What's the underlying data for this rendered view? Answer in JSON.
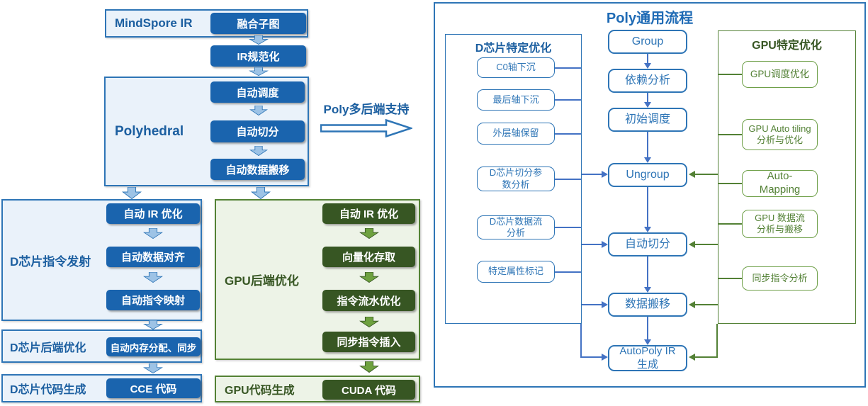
{
  "colors": {
    "accent_blue": "#2E75B6",
    "dark_blue": "#1A64AE",
    "label_blue": "#1C5FA0",
    "container_blue": "#EAF2FA",
    "accent_green": "#538135",
    "dark_green": "#375623",
    "container_green": "#EDF3E7",
    "chevron_blue": "#9DC3E6",
    "chevron_green": "#6EA13F",
    "flow_blue": "#4472C4"
  },
  "left": {
    "mindspore_label": "MindSpore IR",
    "fused_subgraph": "融合子图",
    "ir_normalize": "IR规范化",
    "polyhedral_label": "Polyhedral",
    "auto_schedule": "自动调度",
    "auto_tiling": "自动切分",
    "auto_data_move": "自动数据搬移",
    "poly_backend_support": "Poly多后端支持",
    "d_emit_label": "D芯片指令发射",
    "d_auto_ir_opt": "自动 IR 优化",
    "d_auto_data_align": "自动数据对齐",
    "d_auto_inst_map": "自动指令映射",
    "d_backend_label": "D芯片后端优化",
    "d_mem_sync": "自动内存分配、同步",
    "d_codegen_label": "D芯片代码生成",
    "cce_code": "CCE 代码",
    "gpu_backend_label": "GPU后端优化",
    "gpu_auto_ir_opt": "自动 IR 优化",
    "gpu_vectorize": "向量化存取",
    "gpu_pipeline_opt": "指令流水优化",
    "gpu_sync_insert": "同步指令插入",
    "gpu_codegen_label": "GPU代码生成",
    "cuda_code": "CUDA 代码"
  },
  "right": {
    "title": "Poly通用流程",
    "d_column": {
      "header": "D芯片特定优化",
      "boxes": [
        "C0轴下沉",
        "最后轴下沉",
        "外层轴保留",
        "D芯片切分参\n数分析",
        "D芯片数据流\n分析",
        "特定属性标记"
      ]
    },
    "middle": {
      "boxes": [
        "Group",
        "依赖分析",
        "初始调度",
        "Ungroup",
        "自动切分",
        "数据搬移",
        "AutoPoly IR\n生成"
      ]
    },
    "gpu_column": {
      "header": "GPU特定优化",
      "boxes": [
        "GPU调度优化",
        "GPU Auto tiling\n分析与优化",
        "Auto-\nMapping",
        "GPU 数据流\n分析与搬移",
        "同步指令分析"
      ]
    }
  }
}
